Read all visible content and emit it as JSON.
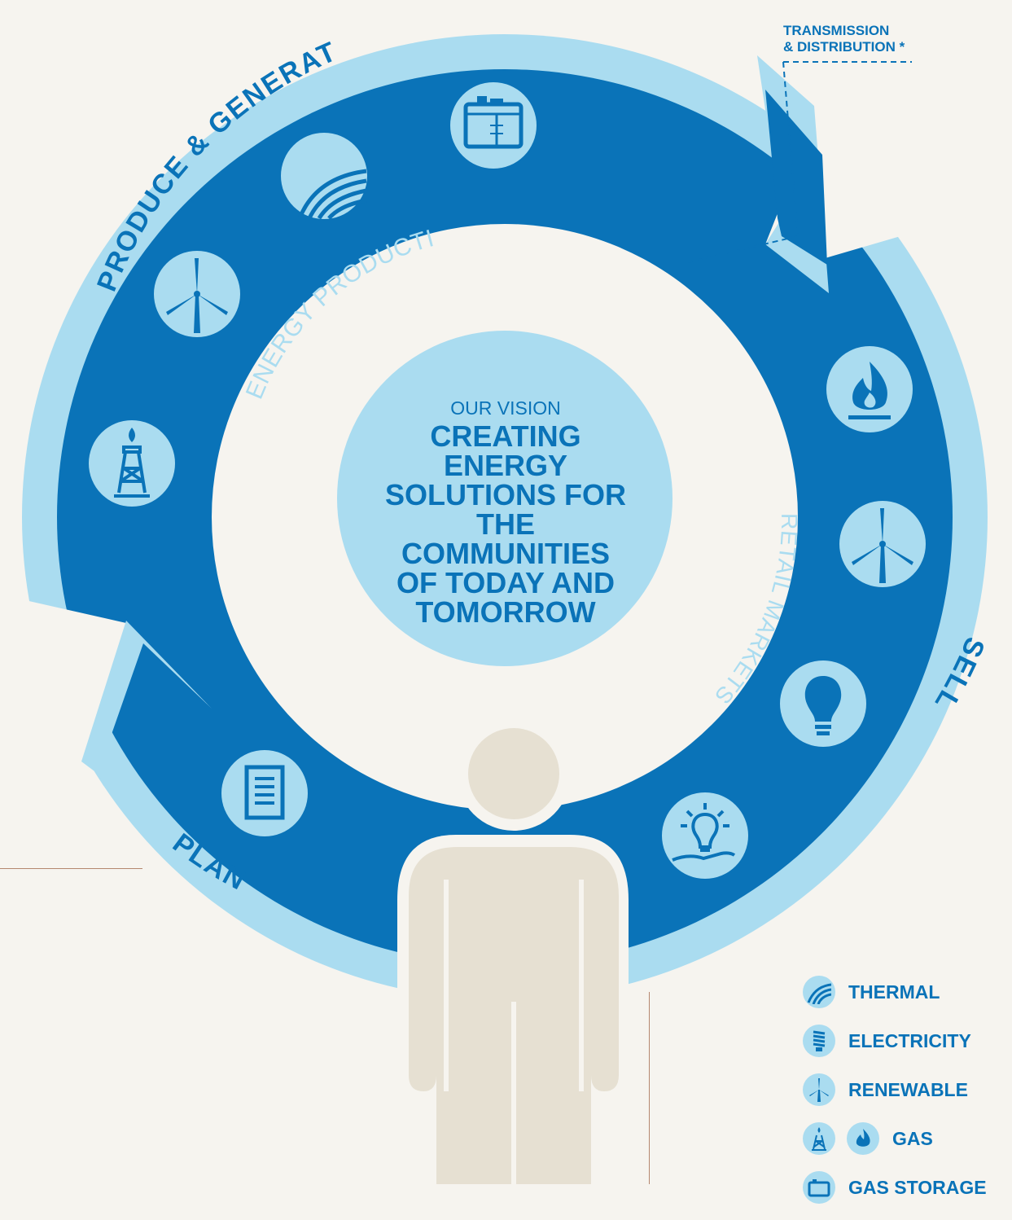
{
  "vision": {
    "kicker": "OUR VISION",
    "statement": "CREATING ENERGY\nSOLUTIONS FOR\nTHE COMMUNITIES\nOF TODAY AND\nTOMORROW"
  },
  "stages": {
    "produce": "PRODUCE & GENERATE",
    "sell": "SELL",
    "plan": "PLAN"
  },
  "inner_labels": {
    "energy_production": "ENERGY PRODUCTION",
    "retail_markets": "RETAIL MARKETS"
  },
  "transmission_label": "TRANSMISSION\n& DISTRIBUTION *",
  "legend": [
    {
      "label": "THERMAL",
      "icons": [
        "thermal-icon"
      ]
    },
    {
      "label": "ELECTRICITY",
      "icons": [
        "cfl-bulb-icon"
      ]
    },
    {
      "label": "RENEWABLE",
      "icons": [
        "wind-turbine-icon"
      ]
    },
    {
      "label": "GAS",
      "icons": [
        "oil-derrick-icon",
        "flame-icon"
      ]
    },
    {
      "label": "GAS STORAGE",
      "icons": [
        "storage-tank-icon"
      ]
    }
  ],
  "colors": {
    "background": "#f6f4ef",
    "light_blue": "#aadcf0",
    "dark_blue": "#0a73b8",
    "person": "#e6e0d2",
    "divider": "#b5876f"
  }
}
